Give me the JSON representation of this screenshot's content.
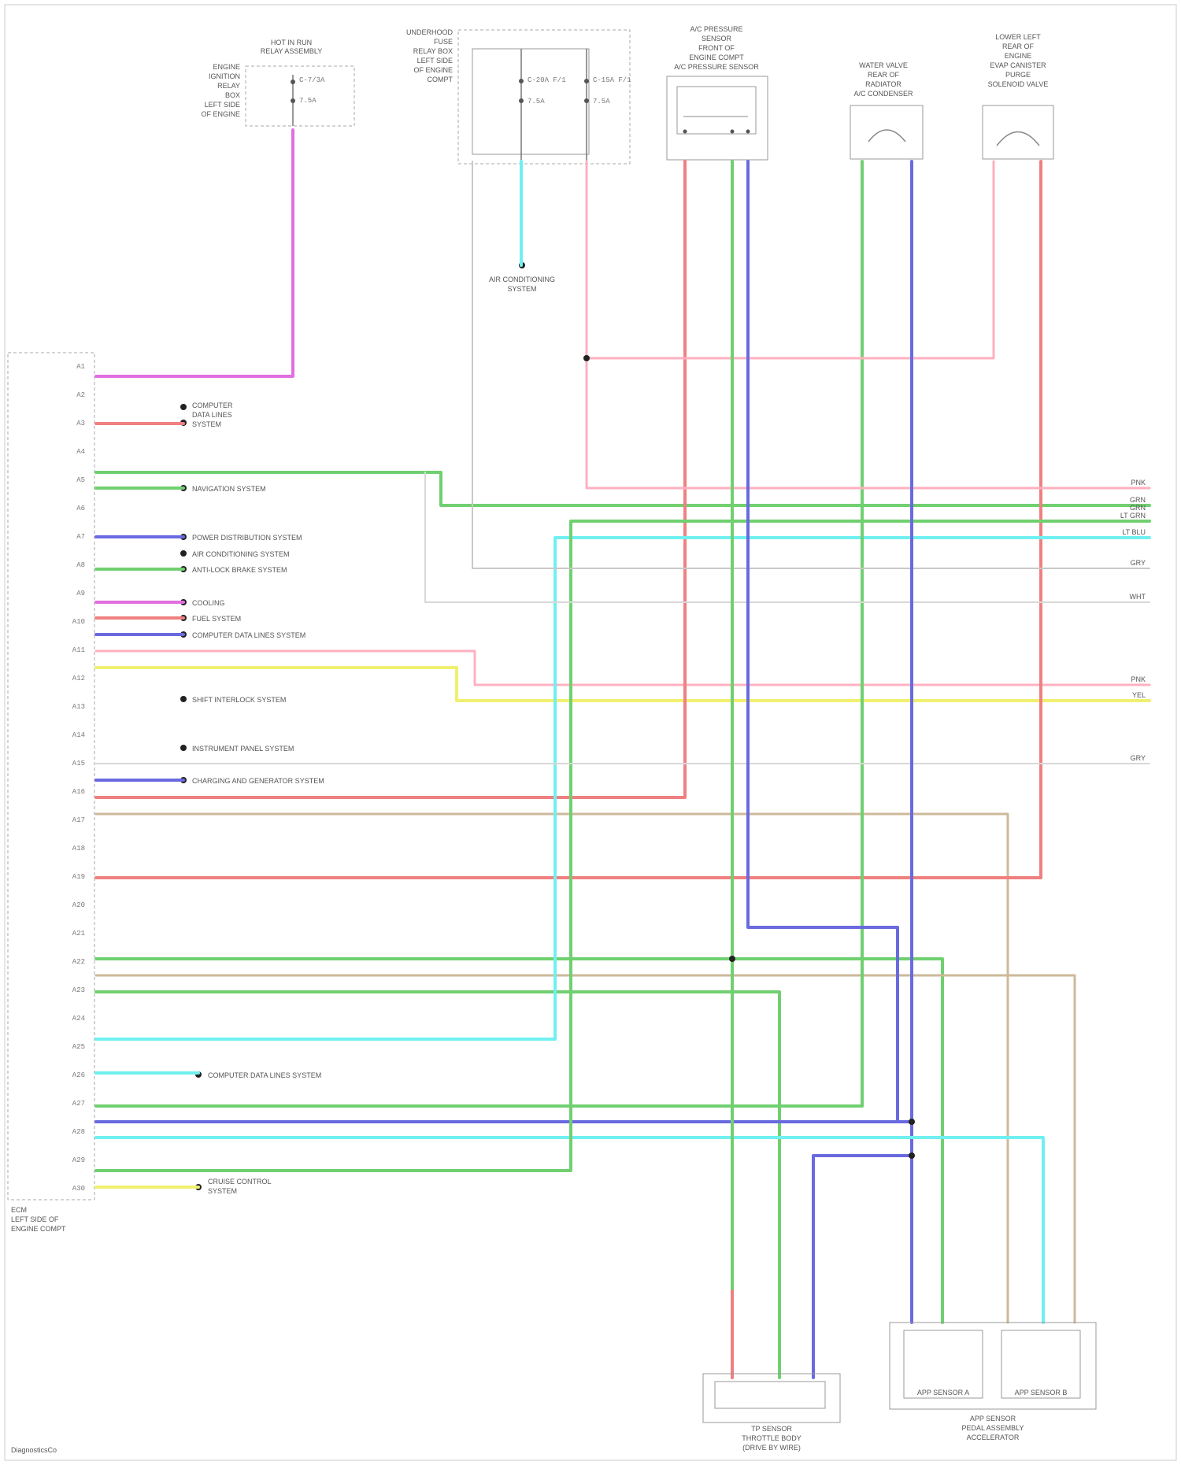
{
  "components": {
    "relay_box": {
      "label": [
        "HOT IN RUN",
        "RELAY ASSEMBLY"
      ],
      "sub": [
        "ENGINE",
        "IGNITION",
        "RELAY",
        "BOX",
        "LEFT SIDE",
        "OF ENGINE"
      ],
      "pins": [
        "C-7/3A",
        "7.5A"
      ]
    },
    "fuse_block": {
      "label": [
        "UNDERHOOD",
        "FUSE",
        "RELAY BOX",
        "LEFT SIDE",
        "OF ENGINE",
        "COMPT"
      ],
      "pins": [
        "C-20A F/1",
        "7.5A",
        "C-15A F/1",
        "7.5A"
      ]
    },
    "ac_system": {
      "label": [
        "AIR CONDITIONING",
        "SYSTEM"
      ]
    },
    "ac_pressure_sensor": {
      "label": [
        "A/C PRESSURE",
        "SENSOR",
        "FRONT OF",
        "ENGINE COMPT",
        "A/C PRESSURE SENSOR"
      ]
    },
    "water_valve": {
      "label": [
        "WATER VALVE",
        "REAR OF",
        "RADIATOR",
        "A/C CONDENSER"
      ]
    },
    "purge_valve": {
      "label": [
        "LOWER LEFT",
        "REAR OF",
        "ENGINE",
        "EVAP CANISTER",
        "PURGE",
        "SOLENOID VALVE"
      ]
    },
    "ecm": {
      "label": [
        "ECM",
        "LEFT SIDE OF",
        "ENGINE COMPT"
      ]
    },
    "tp_sensor": {
      "label": [
        "TP SENSOR",
        "THROTTLE BODY",
        "(DRIVE BY WIRE)"
      ]
    },
    "app_sensor": {
      "label": [
        "APP SENSOR",
        "PEDAL ASSEMBLY",
        "ACCELERATOR"
      ]
    },
    "app_a": {
      "label": "APP SENSOR A"
    },
    "app_b": {
      "label": "APP SENSOR B"
    }
  },
  "left_labels": [
    "A1",
    "A2",
    "A3",
    "A4",
    "A5",
    "A6",
    "A7",
    "A8",
    "A9",
    "A10",
    "A11",
    "A12",
    "A13",
    "A14",
    "A15",
    "A16",
    "A17",
    "A18",
    "A19",
    "A20",
    "A21",
    "A22",
    "A23",
    "A24",
    "A25",
    "A26",
    "A27",
    "A28",
    "A29",
    "A30"
  ],
  "systems": [
    "COMPUTER",
    "DATA LINES",
    "SYSTEM",
    "NAVIGATION SYSTEM",
    "POWER DISTRIBUTION SYSTEM",
    "AIR CONDITIONING SYSTEM",
    "ANTI-LOCK BRAKE SYSTEM",
    "COOLING",
    "FUEL SYSTEM",
    "COMPUTER DATA LINES SYSTEM",
    "SHIFT INTERLOCK SYSTEM",
    "INSTRUMENT PANEL SYSTEM",
    "CHARGING AND GENERATOR SYSTEM",
    "COMPUTER DATA LINES SYSTEM",
    "CRUISE CONTROL",
    "SYSTEM"
  ],
  "right_tags": [
    "PNK",
    "GRN",
    "GRN",
    "LT GRN",
    "LT BLU",
    "GRY",
    "WHT",
    "PNK",
    "YEL",
    "GRY"
  ],
  "footer": "DiagnosticsCo"
}
